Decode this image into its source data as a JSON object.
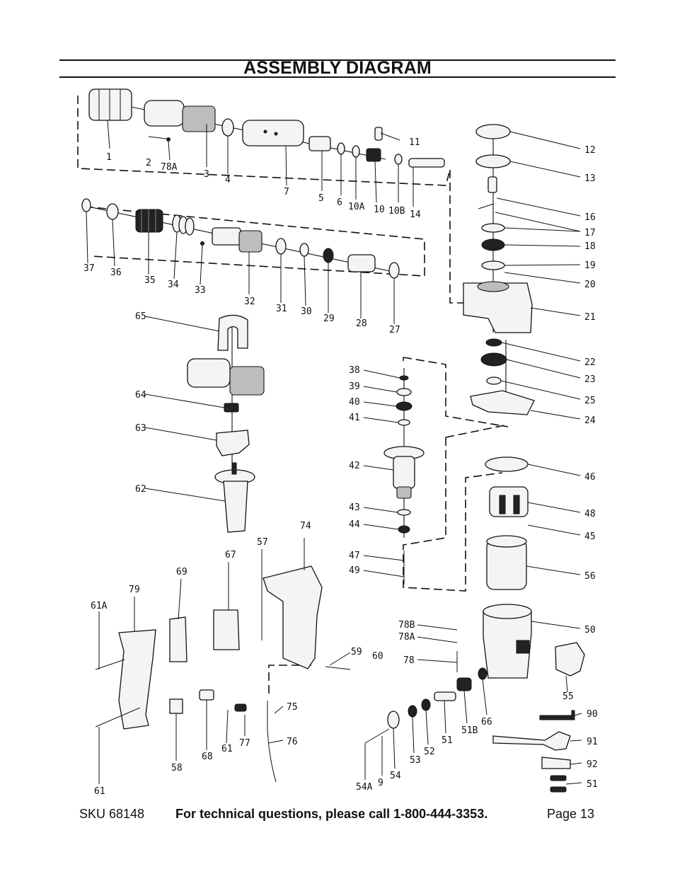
{
  "header": {
    "title": "ASSEMBLY DIAGRAM"
  },
  "footer": {
    "sku": "SKU 68148",
    "contact": "For technical questions, please call 1-800-444-3353.",
    "page": "Page 13"
  },
  "part_labels": [
    "1",
    "2",
    "78A",
    "3",
    "4",
    "7",
    "5",
    "6",
    "10A",
    "11",
    "10",
    "10B",
    "14",
    "12",
    "13",
    "16",
    "17",
    "18",
    "19",
    "20",
    "21",
    "22",
    "23",
    "25",
    "24",
    "37",
    "36",
    "35",
    "34",
    "33",
    "32",
    "31",
    "30",
    "29",
    "28",
    "27",
    "65",
    "64",
    "63",
    "62",
    "38",
    "39",
    "40",
    "41",
    "42",
    "43",
    "44",
    "47",
    "49",
    "46",
    "48",
    "45",
    "56",
    "50",
    "74",
    "57",
    "67",
    "69",
    "79",
    "61A",
    "59",
    "60",
    "78B",
    "78A",
    "78",
    "55",
    "75",
    "76",
    "77",
    "61",
    "68",
    "58",
    "61",
    "90",
    "91",
    "92",
    "51",
    "54A",
    "9",
    "54",
    "53",
    "52",
    "51",
    "51B",
    "66"
  ]
}
